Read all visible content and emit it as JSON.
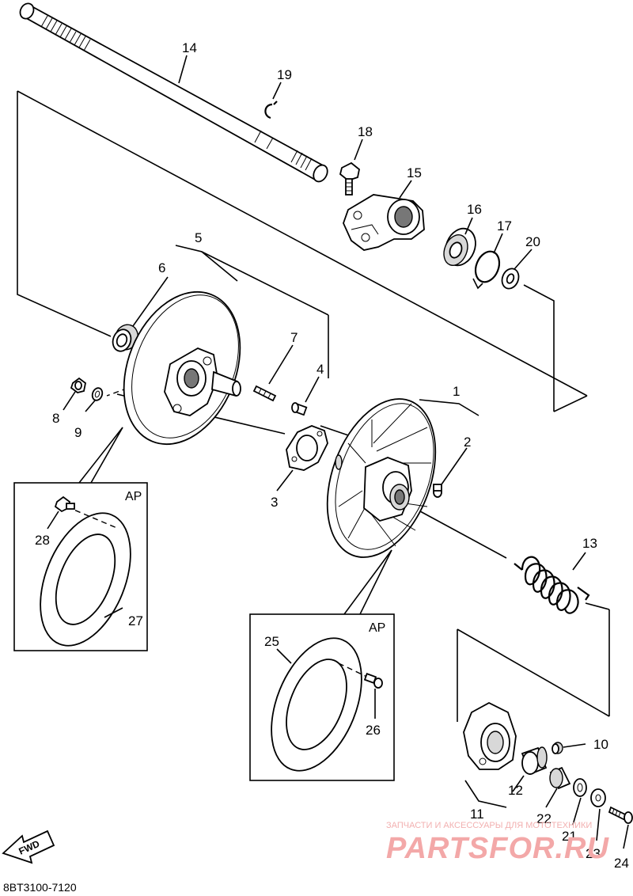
{
  "diagram_code": "8BT3100-7120",
  "detail_box_label": "AP",
  "fwd_label": "FWD",
  "watermark": {
    "caption": "ЗАПЧАСТИ И АКСЕССУАРЫ ДЛЯ МОТОТЕХНИКИ",
    "brand": "PARTSFOR.RU"
  },
  "part_numbers": {
    "p1": "1",
    "p2": "2",
    "p3": "3",
    "p4": "4",
    "p5": "5",
    "p6": "6",
    "p7": "7",
    "p8": "8",
    "p9": "9",
    "p10": "10",
    "p11": "11",
    "p12": "12",
    "p13": "13",
    "p14": "14",
    "p15": "15",
    "p16": "16",
    "p17": "17",
    "p18": "18",
    "p19": "19",
    "p20": "20",
    "p21": "21",
    "p22": "22",
    "p23": "23",
    "p24": "24",
    "p25": "25",
    "p26": "26",
    "p27": "27",
    "p28": "28"
  }
}
